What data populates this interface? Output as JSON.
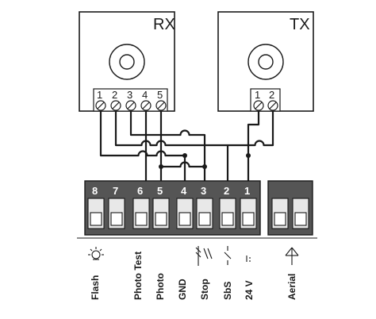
{
  "receiver": {
    "label": "RX",
    "terminals": [
      "1",
      "2",
      "3",
      "4",
      "5"
    ]
  },
  "transmitter": {
    "label": "TX",
    "terminals": [
      "1",
      "2"
    ]
  },
  "terminal_block": {
    "numbers": [
      "8",
      "7",
      "6",
      "5",
      "4",
      "3",
      "2",
      "1"
    ]
  },
  "functions": {
    "flash": "Flash",
    "photo_test": "Photo Test",
    "photo": "Photo",
    "gnd": "GND",
    "stop": "Stop",
    "sbs": "SbS",
    "v24": "24 V",
    "aerial": "Aerial"
  },
  "colors": {
    "line": "#1a1a1a",
    "block_fill": "#555555",
    "socket_fill": "#e8e8e8"
  }
}
